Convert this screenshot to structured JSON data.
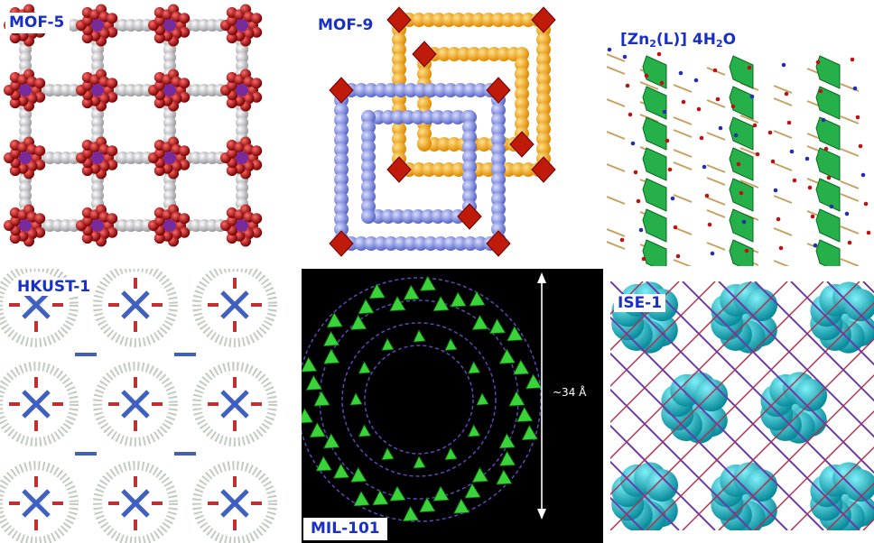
{
  "panels": {
    "mof5": {
      "label": "MOF-5"
    },
    "mof9": {
      "label": "MOF-9"
    },
    "zn": {
      "label_prefix": "[Zn",
      "label_sub1": "2",
      "label_mid": "(L)] 4H",
      "label_sub2": "2",
      "label_suffix": "O"
    },
    "hkust": {
      "label": "HKUST-1"
    },
    "mil": {
      "label": "MIL-101",
      "scale_label": "~34 Å"
    },
    "ise": {
      "label": "ISE-1"
    }
  },
  "colors": {
    "label_text": "#1830c8",
    "oxygen_red": "#b01010",
    "carbon_grey": "#c8c8cc",
    "orange_frame": "#f5a623",
    "blue_frame": "#7f8fe0",
    "green_polyhedra": "#2ebd4e",
    "cyan_spheres": "#22b0c0",
    "black_bg": "#000000"
  }
}
